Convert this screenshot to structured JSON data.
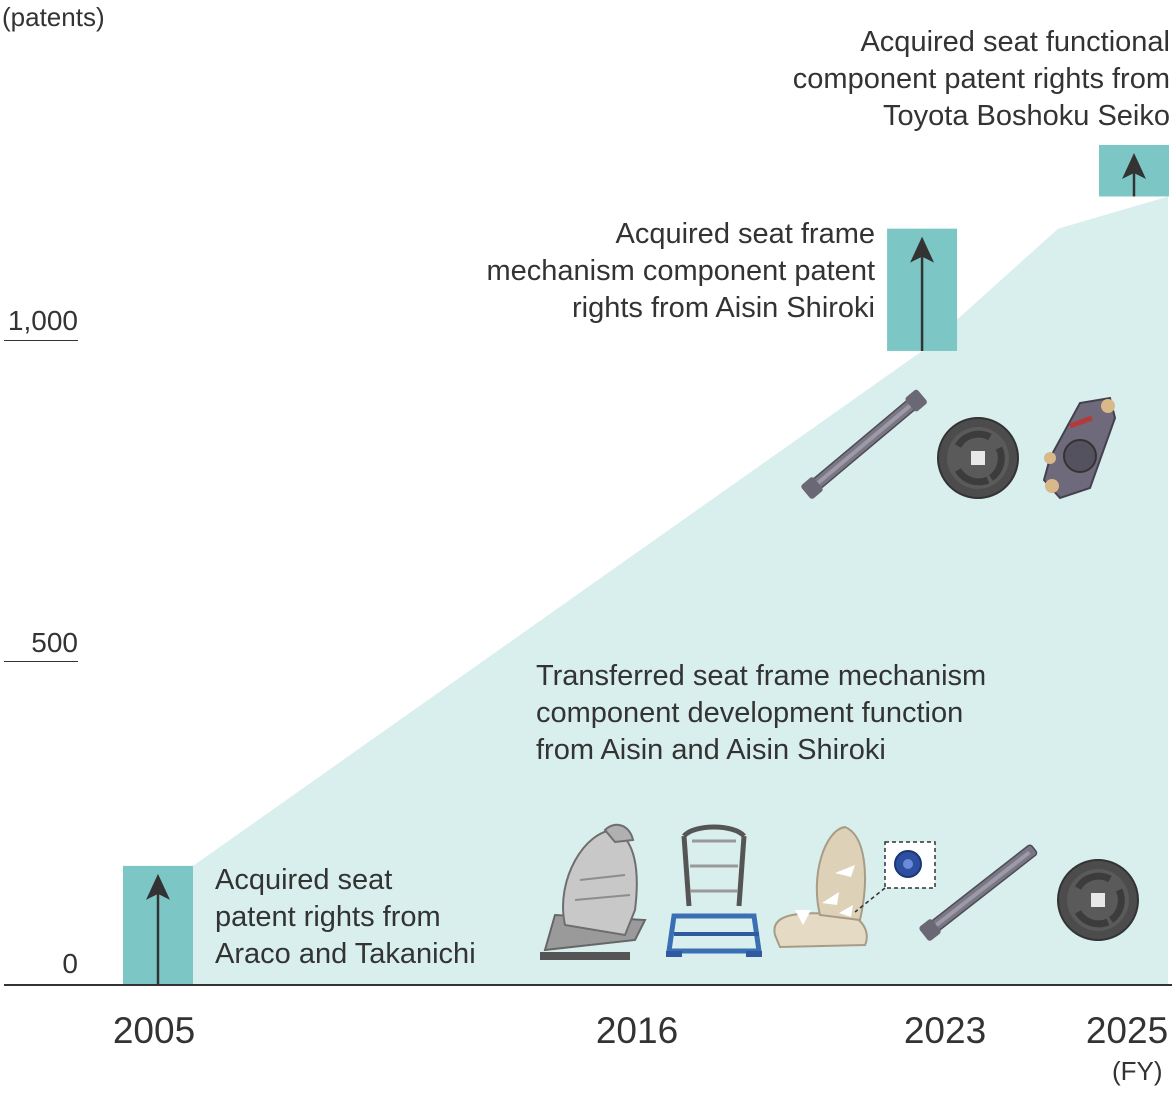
{
  "chart_data": {
    "type": "area",
    "y_unit_label": "(patents)",
    "x_unit_label": "(FY)",
    "x_ticks": [
      "2005",
      "2016",
      "2023",
      "2025"
    ],
    "y_ticks": [
      "0",
      "500",
      "1,000"
    ],
    "ylim": [
      0,
      1300
    ],
    "x": [
      2005,
      2022.5,
      2024.2,
      2025.2
    ],
    "values": [
      185,
      985,
      1175,
      1225
    ],
    "increments": [
      {
        "fy": 2005,
        "from": 0,
        "to": 185
      },
      {
        "fy": 2022.5,
        "from": 985,
        "to": 1175
      },
      {
        "fy": 2025,
        "from": 1225,
        "to": 1305
      }
    ],
    "annotations": {
      "araco": [
        "Acquired seat",
        "patent rights from",
        "Araco and Takanichi"
      ],
      "transfer": [
        "Transferred seat frame mechanism",
        "component development function",
        "from Aisin and Aisin Shiroki"
      ],
      "shiroki": [
        "Acquired seat frame",
        "mechanism component patent",
        "rights from Aisin Shiroki"
      ],
      "seiko": [
        "Acquired seat functional",
        "component patent rights from",
        "Toyota Boshoku Seiko"
      ]
    },
    "colors": {
      "area": "#d8efee",
      "bar": "#7cc7c6",
      "arrow": "#333333",
      "axis": "#333333"
    }
  }
}
